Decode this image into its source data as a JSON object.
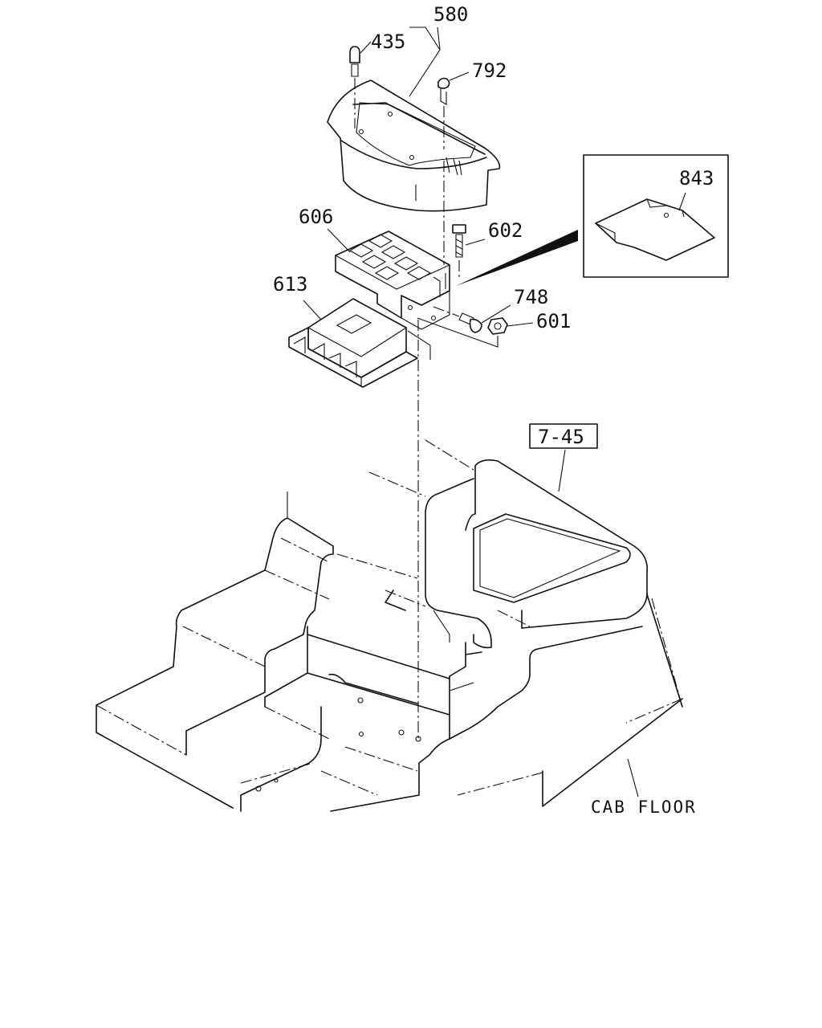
{
  "callouts": {
    "c580": "580",
    "c435": "435",
    "c792": "792",
    "c843": "843",
    "c606": "606",
    "c602": "602",
    "c613": "613",
    "c748": "748",
    "c601": "601",
    "ref_7_45": "7-45",
    "cab_floor": "CAB FLOOR"
  }
}
